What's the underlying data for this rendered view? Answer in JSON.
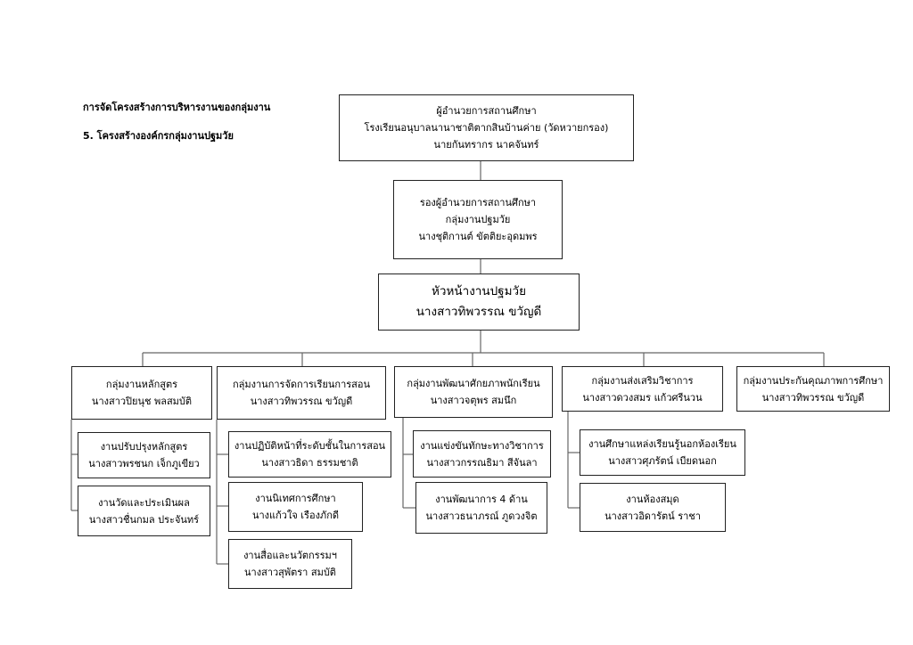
{
  "heading": {
    "line1": "การจัดโครงสร้างการบริหารงานของกลุ่มงาน",
    "line2": "5. โครงสร้างองค์กรกลุ่มงานปฐมวัย"
  },
  "director": {
    "title": "ผู้อำนวยการสถานศึกษา",
    "school": "โรงเรียนอนุบาลนานาชาติตากสินบ้านค่าย (วัดหวายกรอง)",
    "name": "นายกันทรากร  นาคจันทร์"
  },
  "deputy": {
    "title": "รองผู้อำนวยการสถานศึกษา",
    "group": "กลุ่มงานปฐมวัย",
    "name": "นางชุติกานต์  ขัตติยะอุดมพร"
  },
  "head": {
    "title": "หัวหน้างานปฐมวัย",
    "name": "นางสาวทิพวรรณ  ขวัญดี"
  },
  "groups": [
    {
      "title": "กลุ่มงานหลักสูตร",
      "name": "นางสาวปิยนุช  พลสมบัติ",
      "tasks": [
        {
          "title": "งานปรับปรุงหลักสูตร",
          "name": "นางสาวพรชนก  เจ็กภูเขียว"
        },
        {
          "title": "งานวัดและประเมินผล",
          "name": "นางสาวชื่นกมล  ประจันทร์"
        }
      ]
    },
    {
      "title": "กลุ่มงานการจัดการเรียนการสอน",
      "name": "นางสาวทิพวรรณ  ขวัญดี",
      "tasks": [
        {
          "title": "งานปฏิบัติหน้าที่ระดับชั้นในการสอน",
          "name": "นางสาวธิดา ธรรมชาติ"
        },
        {
          "title": "งานนิเทศการศึกษา",
          "name": "นางแก้วใจ  เรืองภักดี"
        },
        {
          "title": "งานสื่อและนวัตกรรมฯ",
          "name": "นางสาวสุพัตรา  สมบัติ"
        }
      ]
    },
    {
      "title": "กลุ่มงานพัฒนาศักยภาพนักเรียน",
      "name": "นางสาวจตุพร  สมนึก",
      "tasks": [
        {
          "title": "งานแข่งขันทักษะทางวิชาการ",
          "name": "นางสาวกรรณธิมา  สีจันลา"
        },
        {
          "title": "งานพัฒนาการ 4 ด้าน",
          "name": "นางสาวธนาภรณ์ ภูดวงจิต"
        }
      ]
    },
    {
      "title": "กลุ่มงานส่งเสริมวิชาการ",
      "name": "นางสาวดวงสมร  แก้วศรีนวน",
      "tasks": [
        {
          "title": "งานศึกษาแหล่งเรียนรู้นอกห้องเรียน",
          "name": "นางสาวศุภรัตน์  เบียดนอก"
        },
        {
          "title": "งานห้องสมุด",
          "name": "นางสาวอิดารัตน์  ราชา"
        }
      ]
    },
    {
      "title": "กลุ่มงานประกันคุณภาพการศึกษา",
      "name": "นางสาวทิพวรรณ ขวัญดี",
      "tasks": []
    }
  ]
}
